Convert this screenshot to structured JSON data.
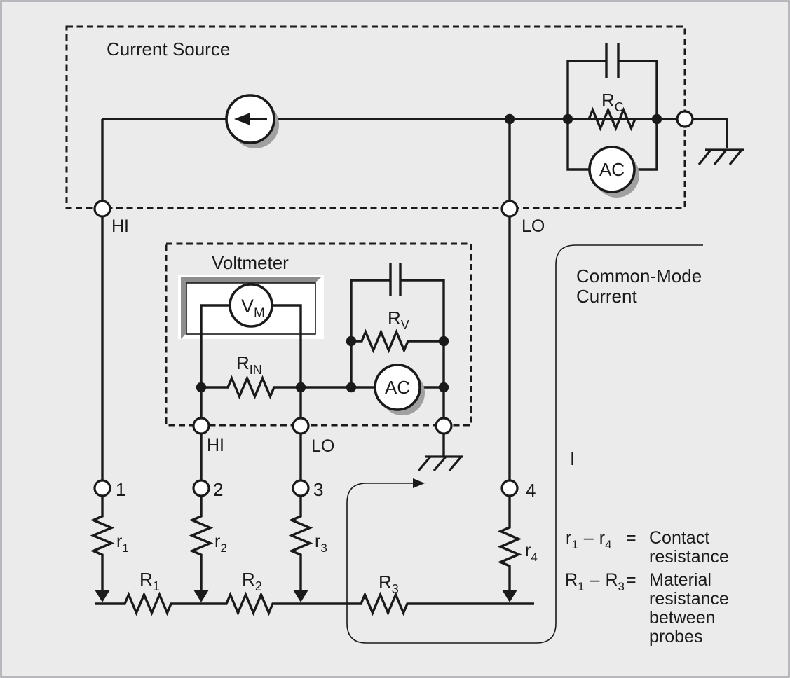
{
  "colors": {
    "background": "#ebebeb",
    "frame_border": "#a7a7ac",
    "line": "#1a1a1a",
    "circle_shadow": "#a0a0a0",
    "panel_bevel": "#8e8e8e"
  },
  "current_source": {
    "title": "Current Source",
    "hi": "HI",
    "lo": "LO",
    "resistor_base": "R",
    "resistor_sub": "C",
    "ac": "AC"
  },
  "voltmeter": {
    "title": "Voltmeter",
    "meter_base": "V",
    "meter_sub": "M",
    "input_resistor_base": "R",
    "input_resistor_sub": "IN",
    "shunt_resistor_base": "R",
    "shunt_resistor_sub": "V",
    "ac": "AC",
    "hi": "HI",
    "lo": "LO"
  },
  "probes": [
    {
      "number": "1",
      "contact_base": "r",
      "contact_sub": "1"
    },
    {
      "number": "2",
      "contact_base": "r",
      "contact_sub": "2"
    },
    {
      "number": "3",
      "contact_base": "r",
      "contact_sub": "3"
    },
    {
      "number": "4",
      "contact_base": "r",
      "contact_sub": "4"
    }
  ],
  "material_resistors": [
    {
      "base": "R",
      "sub": "1"
    },
    {
      "base": "R",
      "sub": "2"
    },
    {
      "base": "R",
      "sub": "3"
    }
  ],
  "common_mode": {
    "line1": "Common-Mode",
    "line2": "Current",
    "current_symbol": "I"
  },
  "legend": {
    "row1": {
      "base1": "r",
      "sub1": "1",
      "dash": "–",
      "base2": "r",
      "sub2": "4",
      "equals": "=",
      "def1": "Contact",
      "def2": "resistance"
    },
    "row2": {
      "base1": "R",
      "sub1": "1",
      "dash": "–",
      "base2": "R",
      "sub2": "3",
      "equals": "=",
      "def1": "Material",
      "def2": "resistance",
      "def3": "between",
      "def4": "probes"
    }
  }
}
